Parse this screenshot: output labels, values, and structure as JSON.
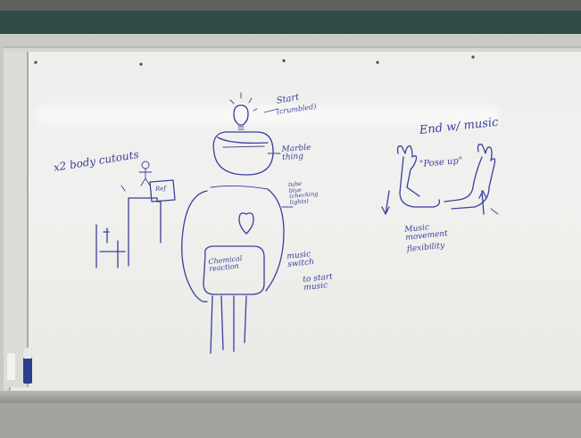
{
  "whiteboard": {
    "notes": {
      "x2_body_cutouts": "x2 body cutouts",
      "start": "Start",
      "start_sub": "(crumbled)",
      "marble_thing": "Marble thing",
      "tube_note": "tube blue (checking lights)",
      "chemical_reaction": "Chemical reaction",
      "music_switch": "music switch",
      "to_start_music": "to start music",
      "end_w_music": "End w/ music",
      "pose_up": "\"Pose up\"",
      "music_movement": "Music movement",
      "flexibility": "flexibility",
      "box_label": "Ref"
    }
  }
}
